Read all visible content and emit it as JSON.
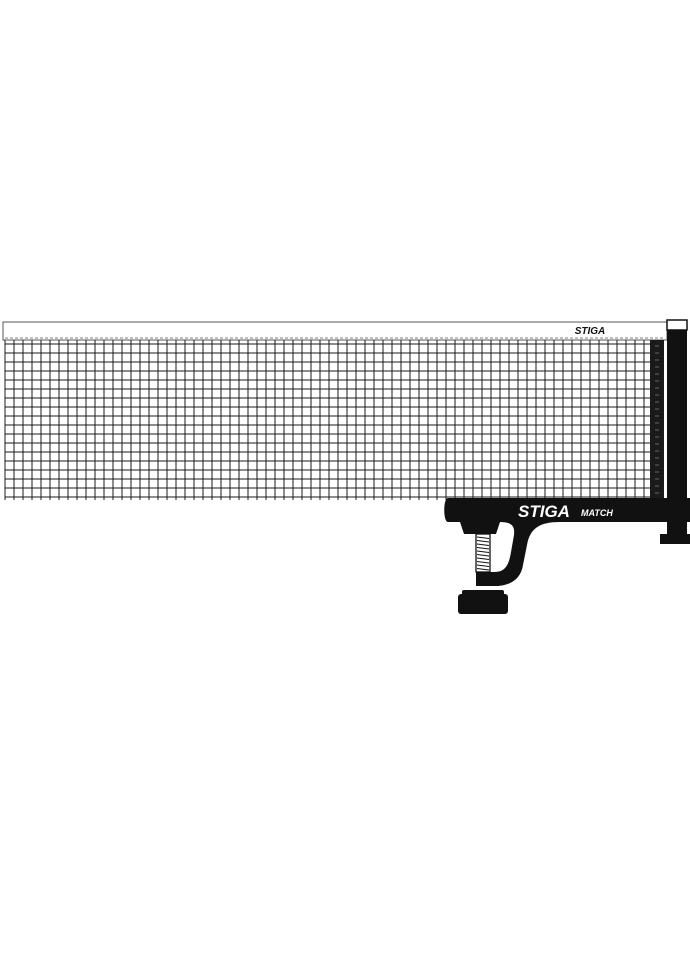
{
  "product": {
    "net_brand": "STIGA",
    "post_brand": "STIGA",
    "post_model": "MATCH"
  },
  "colors": {
    "background": "#ffffff",
    "mesh": "#1a1a1a",
    "post": "#111111",
    "tape": "#ffffff",
    "tape_border": "#555555",
    "logo_text": "#ffffff"
  }
}
